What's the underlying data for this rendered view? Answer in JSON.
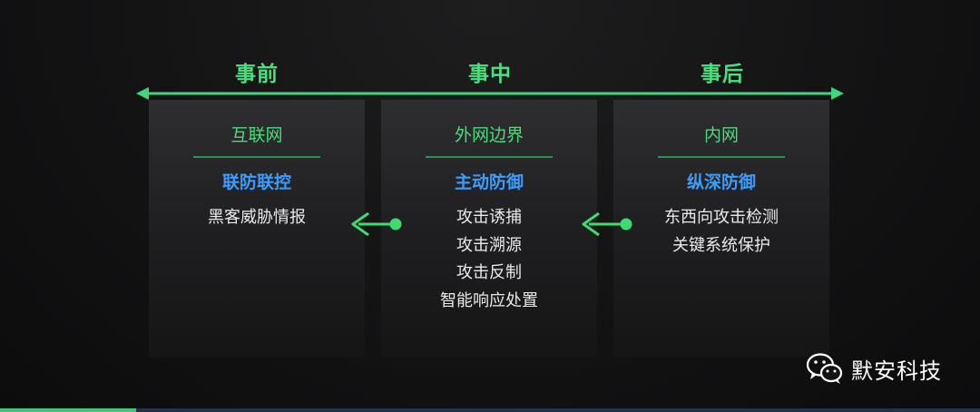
{
  "phases": [
    "事前",
    "事中",
    "事后"
  ],
  "panels": [
    {
      "title": "互联网",
      "subtitle": "联防联控",
      "items": [
        "黑客威胁情报"
      ]
    },
    {
      "title": "外网边界",
      "subtitle": "主动防御",
      "items": [
        "攻击诱捕",
        "攻击溯源",
        "攻击反制",
        "智能响应处置"
      ]
    },
    {
      "title": "内网",
      "subtitle": "纵深防御",
      "items": [
        "东西向攻击检测",
        "关键系统保护"
      ]
    }
  ],
  "watermark": {
    "icon": "wechat-icon",
    "text": "默安科技"
  },
  "colors": {
    "phase_text": "#4be07f",
    "title_text": "#49dd7a",
    "subtitle_text": "#3b9eff",
    "item_text": "#e9e9ea",
    "connector": "#3ddc6f",
    "background": "#131314"
  }
}
